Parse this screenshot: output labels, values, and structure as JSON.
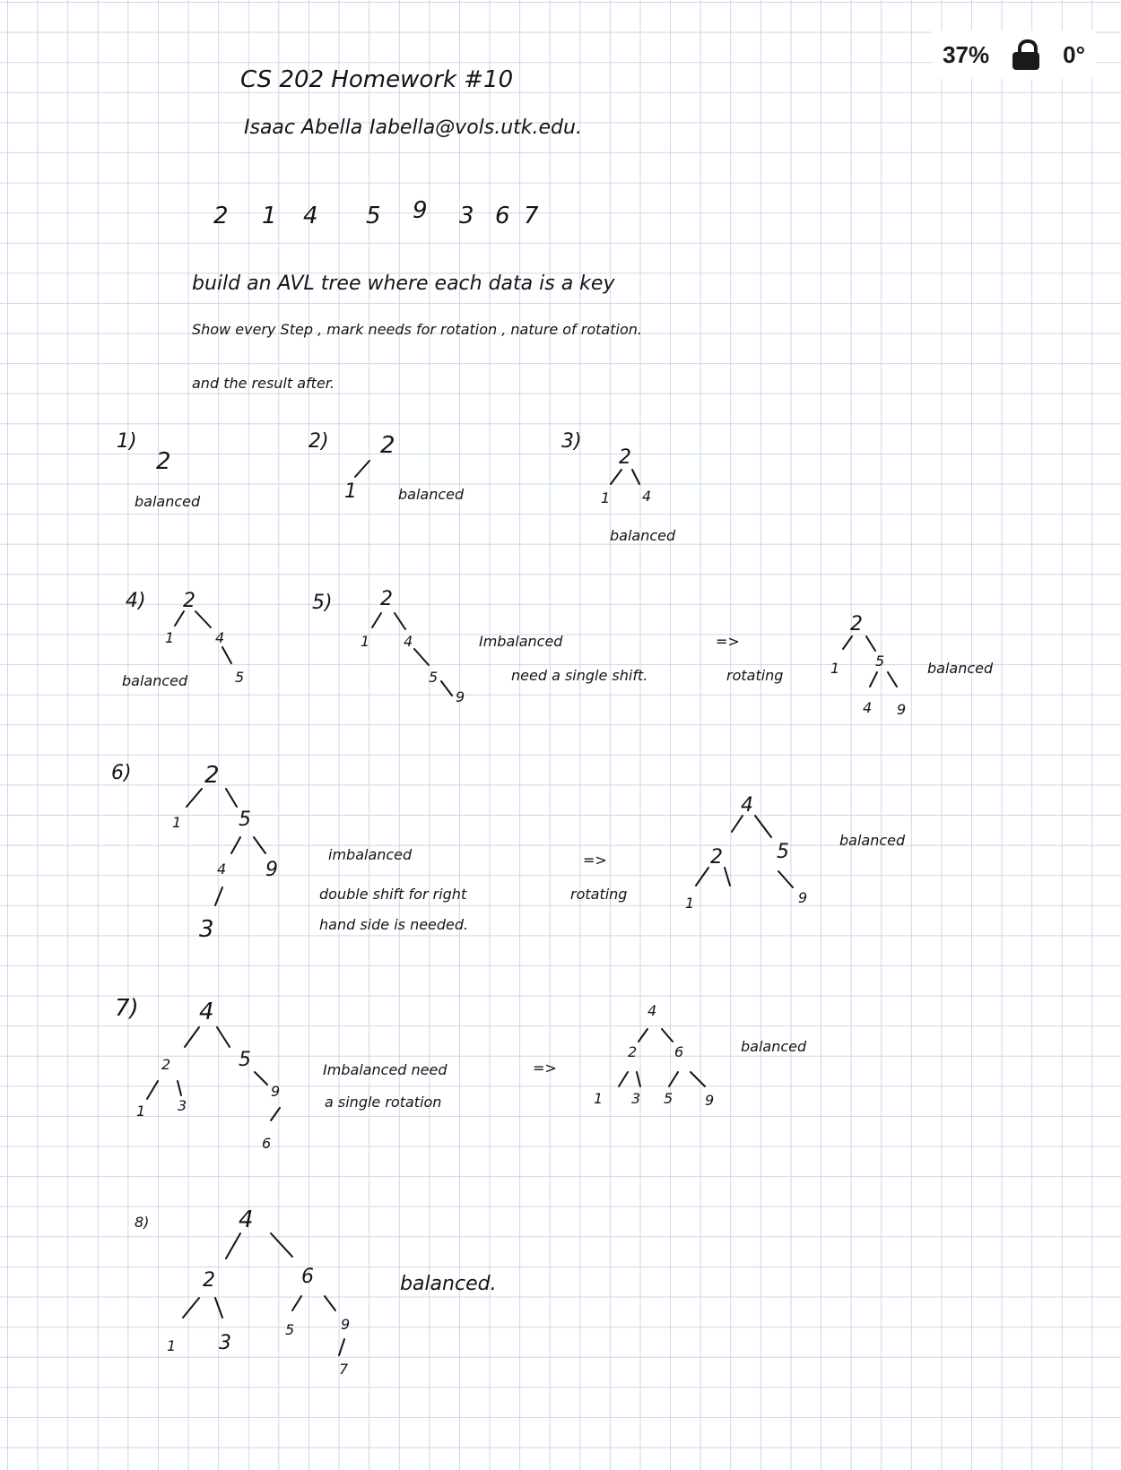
{
  "status_bar": {
    "battery": "37%",
    "rotation": "0°",
    "icon": "lock-icon"
  },
  "header": {
    "title": "CS 202 Homework #10",
    "author": "Isaac Abella",
    "email": "Iabella@vols.utk.edu."
  },
  "prompt": {
    "sequence": [
      "2",
      "1",
      "4",
      "5",
      "9",
      "3",
      "6",
      "7"
    ],
    "line1": "build an AVL tree where each data is a key",
    "line2": "Show every Step , mark needs for rotation , nature of rotation.",
    "line3": "and the result after."
  },
  "steps": [
    {
      "label": "1)",
      "nodes": [
        "2"
      ],
      "notes": [
        "balanced"
      ]
    },
    {
      "label": "2)",
      "nodes": [
        "2",
        "1"
      ],
      "notes": [
        "balanced"
      ]
    },
    {
      "label": "3)",
      "nodes": [
        "2",
        "1",
        "4"
      ],
      "notes": [
        "balanced"
      ]
    },
    {
      "label": "4)",
      "nodes": [
        "2",
        "1",
        "4",
        "5"
      ],
      "notes": [
        "balanced"
      ]
    },
    {
      "label": "5)",
      "nodes": [
        "2",
        "1",
        "4",
        "5",
        "9"
      ],
      "notes": [
        "Imbalanced",
        "need a single shift.",
        "=>",
        "rotating",
        "balanced"
      ],
      "result_nodes": [
        "2",
        "1",
        "5",
        "4",
        "9"
      ]
    },
    {
      "label": "6)",
      "nodes": [
        "2",
        "1",
        "5",
        "4",
        "9",
        "3"
      ],
      "notes": [
        "imbalanced",
        "double shift for right",
        "hand side is needed.",
        "=>",
        "rotating",
        "balanced"
      ],
      "result_nodes": [
        "4",
        "2",
        "1",
        "5",
        "9"
      ]
    },
    {
      "label": "7)",
      "nodes": [
        "4",
        "2",
        "1",
        "3",
        "5",
        "9",
        "6"
      ],
      "notes": [
        "Imbalanced need",
        "a single rotation",
        "=>",
        "balanced"
      ],
      "result_nodes": [
        "4",
        "2",
        "1",
        "3",
        "6",
        "5",
        "9"
      ]
    },
    {
      "label": "8)",
      "nodes": [
        "4",
        "2",
        "1",
        "3",
        "6",
        "5",
        "9",
        "7"
      ],
      "notes": [
        "balanced."
      ]
    }
  ]
}
